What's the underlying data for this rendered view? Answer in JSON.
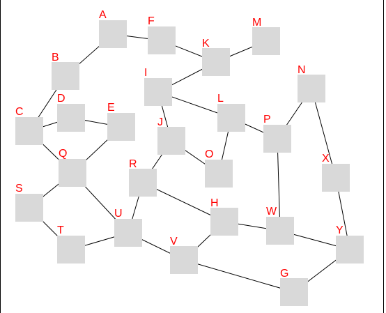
{
  "diagram": {
    "node_color": "#d9d9d9",
    "label_color": "#ff0000",
    "edge_color": "#000000",
    "nodes": {
      "A": "A",
      "F": "F",
      "K": "K",
      "M": "M",
      "B": "B",
      "I": "I",
      "N": "N",
      "D": "D",
      "E": "E",
      "C": "C",
      "L": "L",
      "P": "P",
      "J": "J",
      "O": "O",
      "Q": "Q",
      "R": "R",
      "X": "X",
      "S": "S",
      "H": "H",
      "W": "W",
      "U": "U",
      "T": "T",
      "Y": "Y",
      "V": "V",
      "G": "G"
    },
    "edges": [
      [
        "A",
        "B"
      ],
      [
        "A",
        "F"
      ],
      [
        "F",
        "K"
      ],
      [
        "K",
        "M"
      ],
      [
        "K",
        "I"
      ],
      [
        "B",
        "C"
      ],
      [
        "C",
        "D"
      ],
      [
        "D",
        "E"
      ],
      [
        "C",
        "Q"
      ],
      [
        "E",
        "Q"
      ],
      [
        "I",
        "L"
      ],
      [
        "I",
        "J"
      ],
      [
        "L",
        "P"
      ],
      [
        "L",
        "O"
      ],
      [
        "J",
        "O"
      ],
      [
        "J",
        "R"
      ],
      [
        "N",
        "P"
      ],
      [
        "N",
        "X"
      ],
      [
        "P",
        "W"
      ],
      [
        "X",
        "Y"
      ],
      [
        "Q",
        "S"
      ],
      [
        "Q",
        "U"
      ],
      [
        "S",
        "T"
      ],
      [
        "T",
        "U"
      ],
      [
        "R",
        "U"
      ],
      [
        "R",
        "H"
      ],
      [
        "H",
        "W"
      ],
      [
        "W",
        "Y"
      ],
      [
        "H",
        "V"
      ],
      [
        "U",
        "V"
      ],
      [
        "V",
        "G"
      ],
      [
        "G",
        "Y"
      ]
    ]
  }
}
